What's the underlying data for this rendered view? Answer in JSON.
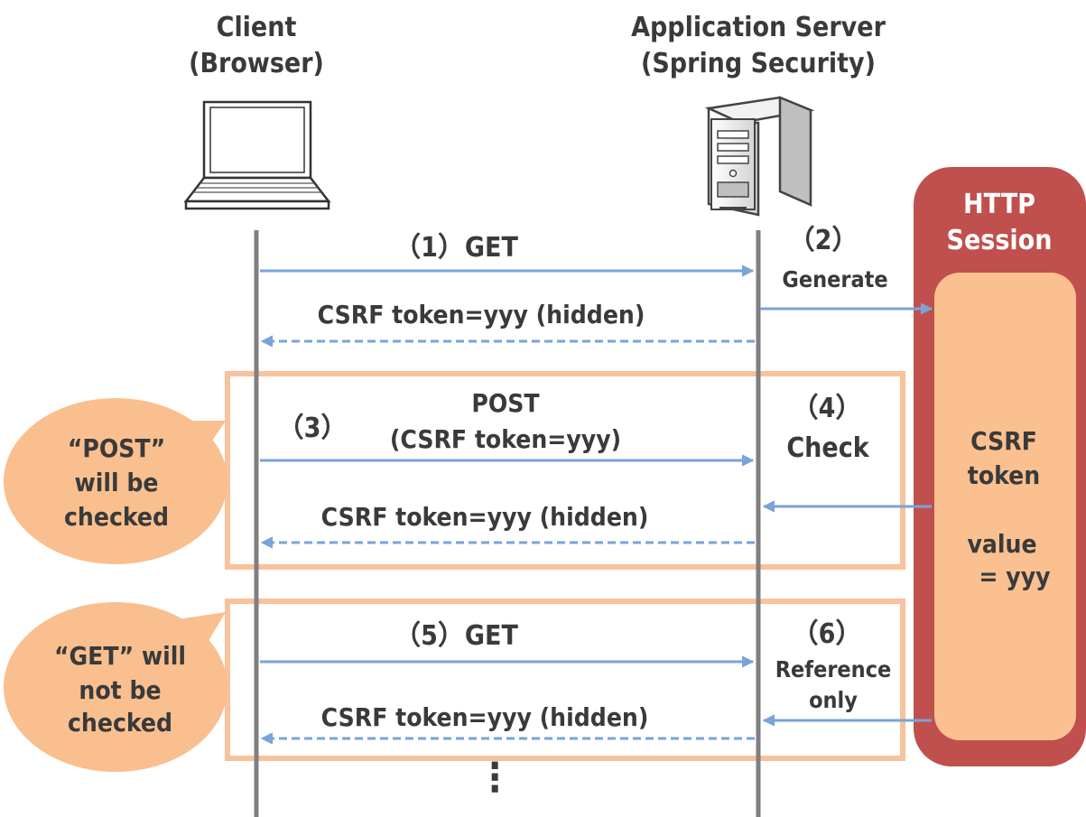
{
  "actors": {
    "client": {
      "name": "Client",
      "sub": "(Browser)"
    },
    "server": {
      "name": "Application Server",
      "sub": "(Spring Security)"
    }
  },
  "session": {
    "title_line1": "HTTP",
    "title_line2": "Session",
    "token_line1": "CSRF",
    "token_line2": "token",
    "value_line1": "value",
    "value_line2": "= yyy"
  },
  "messages": {
    "step1": "（1）GET",
    "step2_num": "（2）",
    "step2_label": "Generate",
    "response1": "CSRF token=yyy (hidden)",
    "step3_num": "（3）",
    "post_line1": "POST",
    "post_line2": "(CSRF token=yyy)",
    "step4_num": "（4）",
    "step4_label": "Check",
    "response2": "CSRF token=yyy (hidden)",
    "step5": "（5）GET",
    "step6_num": "（6）",
    "step6_line1": "Reference",
    "step6_line2": "only",
    "response3": "CSRF token=yyy (hidden)",
    "ellipsis": "⋮"
  },
  "callouts": {
    "post": {
      "line1": "“POST”",
      "line2": "will be",
      "line3": "checked"
    },
    "get": {
      "line1": "“GET” will",
      "line2": "not be",
      "line3": "checked"
    }
  },
  "colors": {
    "arrow": "#7aa3d9",
    "lifeline": "#7f7f7f",
    "session_outer": "#c0504d",
    "session_inner": "#fac090",
    "highlight_box": "#f8c29b",
    "callout": "#f9bf8f",
    "text": "#3a3a3a"
  },
  "icons": {
    "client": "laptop-icon",
    "server": "server-tower-icon"
  }
}
